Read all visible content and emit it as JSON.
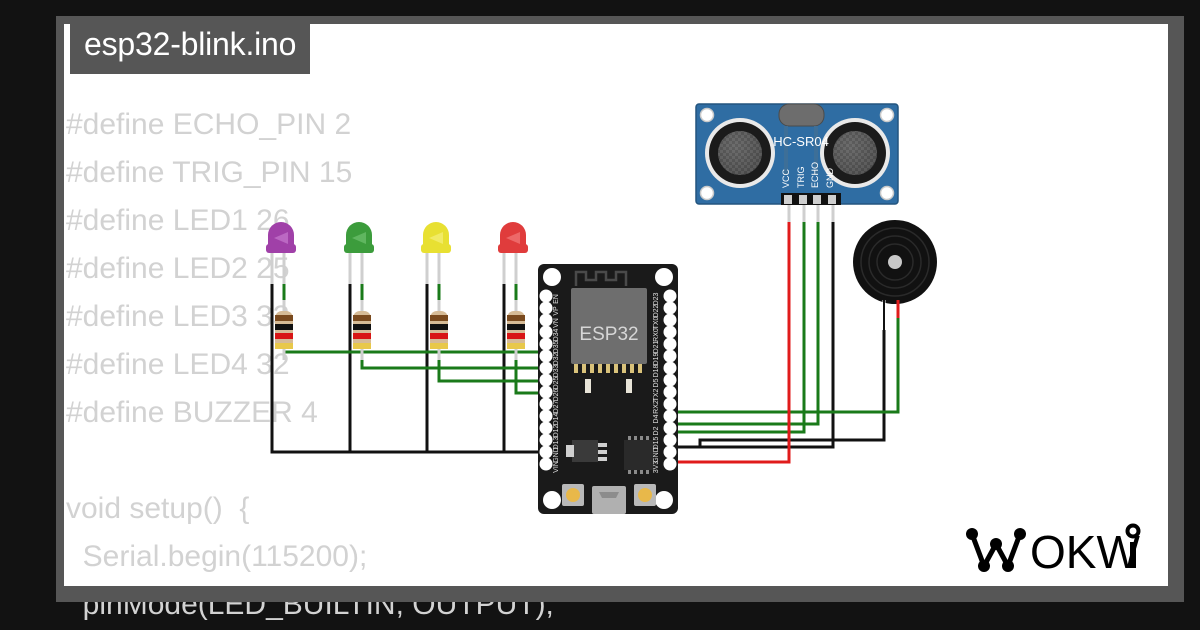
{
  "window": {
    "background_color": "#121212",
    "panel_color": "#ffffff",
    "frame_color": "#565656"
  },
  "file_tab": {
    "name": "esp32-blink-tab",
    "label": "esp32-blink.ino",
    "text_color": "#ffffff",
    "background_color": "#565656"
  },
  "code": {
    "text_color": "#d2d2d2",
    "lines": [
      "#define ECHO_PIN 2",
      "#define TRIG_PIN 15",
      "#define LED1 26",
      "#define LED2 25",
      "#define LED3 33",
      "#define LED4 32",
      "#define BUZZER 4",
      "void setup()  {",
      "  Serial.begin(115200);",
      "  pinMode(LED_BUILTIN, OUTPUT);"
    ]
  },
  "logo": {
    "text": "WOKWI",
    "color": "#000000"
  },
  "components": {
    "esp32": {
      "label": "ESP32",
      "board_color": "#1a1a1a",
      "chip_color": "#6e6e6e",
      "pins_left": [
        "EN",
        "VP",
        "VN",
        "D34",
        "D35",
        "D32",
        "D33",
        "D25",
        "D26",
        "D27",
        "D14",
        "D12",
        "D13",
        "GND",
        "VIN"
      ],
      "pins_right": [
        "D23",
        "D22",
        "TX0",
        "RX0",
        "D21",
        "D19",
        "D18",
        "D5",
        "TX2",
        "RX2",
        "D4",
        "D2",
        "D15",
        "GND",
        "3V3"
      ]
    },
    "ultrasonic": {
      "label": "HC-SR04",
      "board_color": "#2f6da3",
      "pins": [
        "VCC",
        "TRIG",
        "ECHO",
        "GND"
      ],
      "pin_wire_colors": [
        "#e01b1b",
        "#1a7a1a",
        "#1a7a1a",
        "#111111"
      ]
    },
    "buzzer": {
      "label": "buzzer",
      "body_color": "#111111",
      "center_color": "#c8c8c8"
    },
    "leds": [
      {
        "label": "led-purple",
        "color": "#a040a8",
        "highlight": "#c070c8"
      },
      {
        "label": "led-green",
        "color": "#3c9c3c",
        "highlight": "#66bb66"
      },
      {
        "label": "led-yellow",
        "color": "#e8e032",
        "highlight": "#f2ec6e"
      },
      {
        "label": "led-red",
        "color": "#e03c3c",
        "highlight": "#ef7070"
      }
    ],
    "resistors": {
      "count": 4,
      "body_color": "#d6bb96",
      "bands": [
        "#7a4a1e",
        "#111111",
        "#d81515",
        "#e8c84a"
      ]
    }
  },
  "wires": {
    "signal_color": "#1a7a1a",
    "ground_color": "#111111",
    "power_color": "#e01b1b"
  }
}
